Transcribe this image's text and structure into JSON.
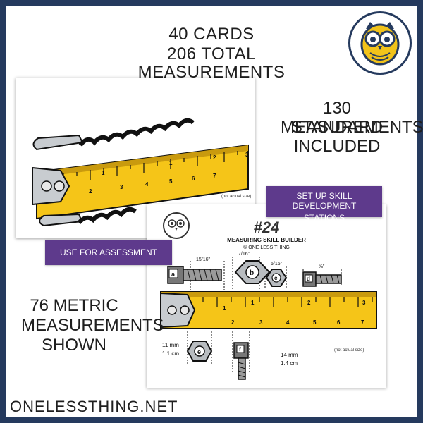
{
  "headline": {
    "line1": "40 CARDS",
    "line2": "206 TOTAL MEASUREMENTS"
  },
  "standard_callout": {
    "line1": "130 STANDARD",
    "line2": "MEASUREMENTS",
    "line3": "INCLUDED"
  },
  "metric_callout": {
    "line1": "76 METRIC",
    "line2": "MEASUREMENTS",
    "line3": "SHOWN"
  },
  "banners": {
    "stations": {
      "line1": "SET UP SKILL DEVELOPMENT",
      "line2": "STATIONS"
    },
    "assessment": "USE FOR ASSESSMENT"
  },
  "back_card": {
    "ruler_numbers": [
      "1",
      "2",
      "3",
      "4",
      "5",
      "6",
      "7",
      "1",
      "2",
      "3"
    ],
    "note": "(not actual size)"
  },
  "front_card": {
    "card_number": "#24",
    "title": "MEASURING SKILL BUILDER",
    "copyright": "© ONE LESS THING",
    "fastener_labels": [
      "a",
      "b",
      "c",
      "d",
      "e",
      "f"
    ],
    "standard_values": [
      "15/16\"",
      "7/16\"",
      "5/16\"",
      "⅝\""
    ],
    "metric_left": {
      "mm": "11 mm",
      "cm": "1.1 cm"
    },
    "metric_right": {
      "mm": "14 mm",
      "cm": "1.4 cm"
    },
    "ruler_numbers": [
      "1",
      "2",
      "3",
      "4",
      "5",
      "6",
      "7",
      "1",
      "2",
      "3"
    ],
    "note": "(not actual size)"
  },
  "footer": {
    "website": "ONELESSTHING.NET"
  },
  "colors": {
    "frame": "#253a5e",
    "banner": "#5e3a8c",
    "tape": "#f5c518",
    "tape_shadow": "#c99a0e",
    "metal": "#c8ccd0",
    "owl_yellow": "#f2c31a",
    "owl_navy": "#253a5e"
  },
  "icons": [
    "owl-logo-icon",
    "owl-small-icon",
    "hex-nut-icon",
    "bolt-icon"
  ]
}
